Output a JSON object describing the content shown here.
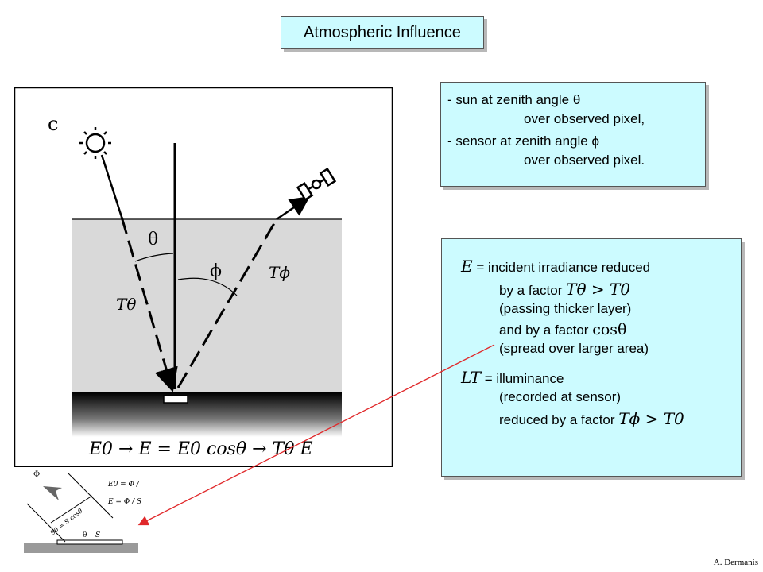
{
  "title": "Atmospheric Influence",
  "sun_box": {
    "line1": "- sun at zenith angle θ",
    "line2": "over observed pixel,",
    "line3": "- sensor at zenith angle ϕ",
    "line4": "over observed pixel."
  },
  "irradiance_box": {
    "e_symbol": "E",
    "e_def": "= incident irradiance reduced",
    "by_factor": "by a factor",
    "t_theta_gt": "Tθ > T0",
    "passing": "(passing thicker layer)",
    "and_factor": "and by a factor",
    "cos": "cosθ",
    "spread": "(spread over larger area)",
    "lt_symbol": "LT",
    "lt_def": "= illuminance",
    "recorded": "(recorded at sensor)",
    "reduced": "reduced by a factor",
    "t_phi_gt": "Tϕ > T0"
  },
  "diagram": {
    "panel_letter": "c",
    "theta": "θ",
    "phi": "ϕ",
    "t_theta": "Tθ",
    "t_phi": "Tϕ",
    "formula": "E0 → E = E0 cosθ → Tθ E"
  },
  "inset": {
    "flux": "Φ",
    "s0": "S0 = S cosθ",
    "e0": "E0 = Φ / S0",
    "e": "E = Φ / S",
    "theta": "θ",
    "s": "S"
  },
  "author": "A. Dermanis",
  "colors": {
    "box_fill": "#ccfbff",
    "arrow": "#e0282a",
    "atmosphere": "#d9d9d9"
  }
}
